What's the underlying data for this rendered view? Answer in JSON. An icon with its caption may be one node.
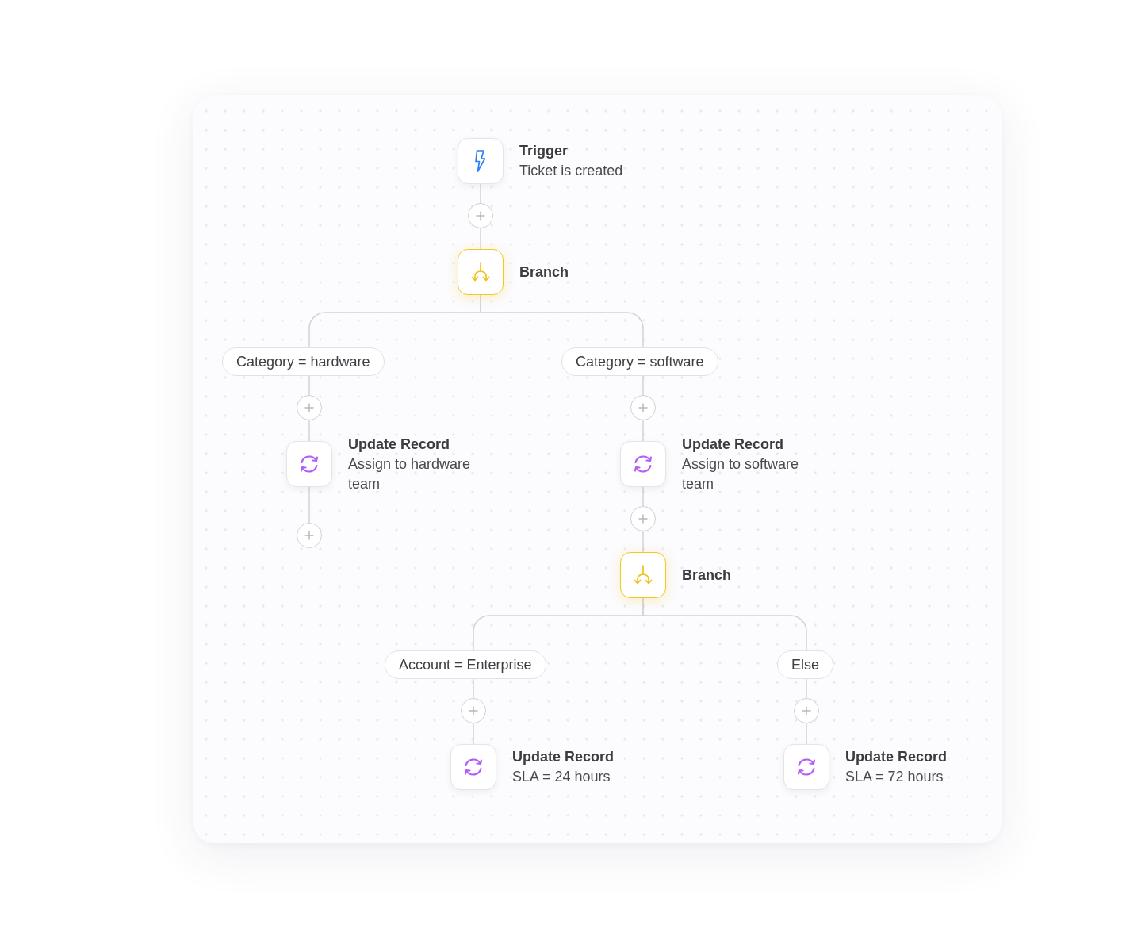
{
  "diagram": {
    "nodes": [
      {
        "text": [
          "Trigger",
          "Ticket is created"
        ]
      },
      {
        "text": [],
        "shape": "circle"
      },
      {
        "text": [
          "Branch"
        ]
      },
      {
        "text": [
          "Category = hardware"
        ]
      },
      {
        "text": [],
        "shape": "circle"
      },
      {
        "text": [
          "Update Record",
          "Assign to hardware team"
        ]
      },
      {
        "text": [],
        "shape": "circle"
      },
      {
        "text": [
          "Category = software"
        ]
      },
      {
        "text": [],
        "shape": "circle"
      },
      {
        "text": [
          "Update Record",
          "Assign to software team"
        ]
      },
      {
        "text": [],
        "shape": "circle"
      },
      {
        "text": [
          "Branch"
        ]
      },
      {
        "text": [
          "Account = Enterprise"
        ]
      },
      {
        "text": [],
        "shape": "circle"
      },
      {
        "text": [
          "Update Record",
          "SLA = 24 hours"
        ]
      },
      {
        "text": [
          "Else"
        ]
      },
      {
        "text": [],
        "shape": "circle"
      },
      {
        "text": [
          "Update Record",
          "SLA = 72 hours"
        ]
      }
    ],
    "edges": [
      {
        "from": 0,
        "to": 1,
        "arrow": "none"
      },
      {
        "from": 1,
        "to": 2,
        "arrow": "none"
      },
      {
        "from": 2,
        "to": 3,
        "arrow": "none"
      },
      {
        "from": 2,
        "to": 7,
        "arrow": "none"
      },
      {
        "from": 3,
        "to": 4,
        "arrow": "none"
      },
      {
        "from": 4,
        "to": 5,
        "arrow": "none"
      },
      {
        "from": 5,
        "to": 6,
        "arrow": "none"
      },
      {
        "from": 7,
        "to": 8,
        "arrow": "none"
      },
      {
        "from": 8,
        "to": 9,
        "arrow": "none"
      },
      {
        "from": 9,
        "to": 10,
        "arrow": "none"
      },
      {
        "from": 10,
        "to": 11,
        "arrow": "none"
      },
      {
        "from": 11,
        "to": 12,
        "arrow": "none"
      },
      {
        "from": 11,
        "to": 15,
        "arrow": "none"
      },
      {
        "from": 12,
        "to": 13,
        "arrow": "none"
      },
      {
        "from": 13,
        "to": 14,
        "arrow": "none"
      },
      {
        "from": 15,
        "to": 16,
        "arrow": "none"
      },
      {
        "from": 16,
        "to": 17,
        "arrow": "none"
      }
    ]
  }
}
